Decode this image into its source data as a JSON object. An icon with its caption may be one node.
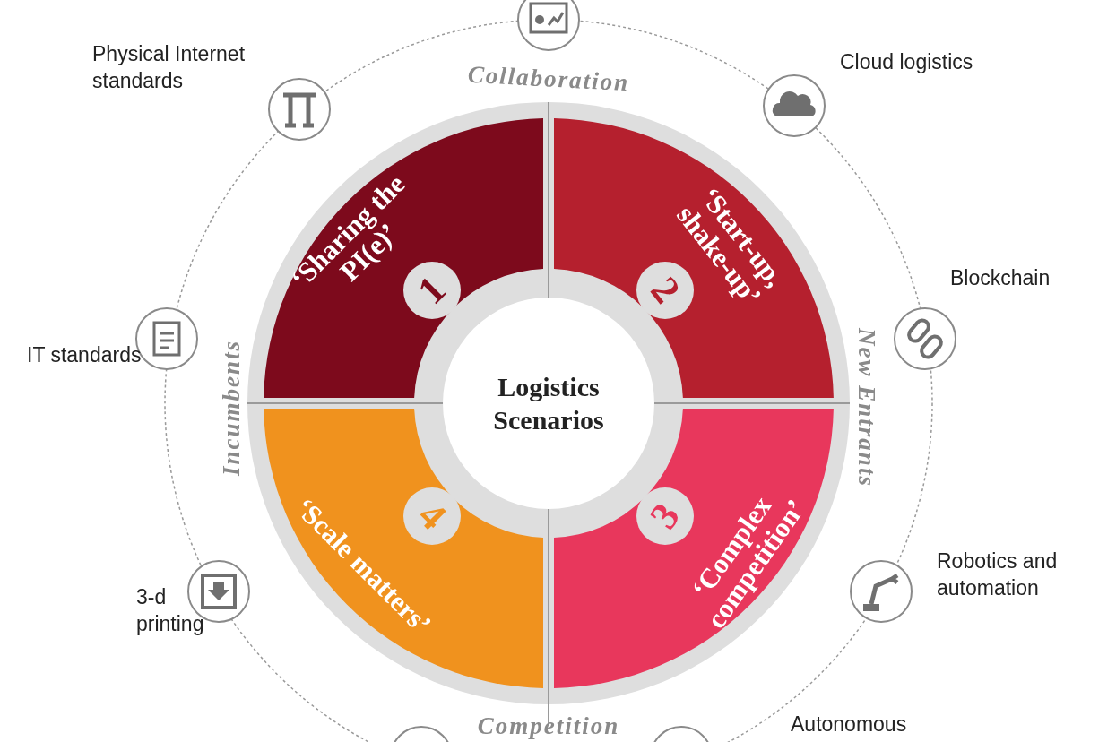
{
  "diagram": {
    "nodes": [
      {
        "text": [
          "Logistics Scenarios"
        ]
      },
      {
        "text": [
          "1",
          "‘Sharing the PI(e)’"
        ]
      },
      {
        "text": [
          "2",
          "‘Start-up, shake-up’"
        ]
      },
      {
        "text": [
          "3",
          "‘Complex competition’"
        ]
      },
      {
        "text": [
          "4",
          "‘Scale matters’"
        ]
      }
    ],
    "edges": [],
    "labels": [
      "Physical Internet standards",
      "Collaboration",
      "Cloud logistics",
      "Blockchain",
      "IT standards",
      "Incumbents",
      "New Entrants",
      "Robotics and automation",
      "3-d printing",
      "Competition",
      "Autonomous"
    ]
  }
}
